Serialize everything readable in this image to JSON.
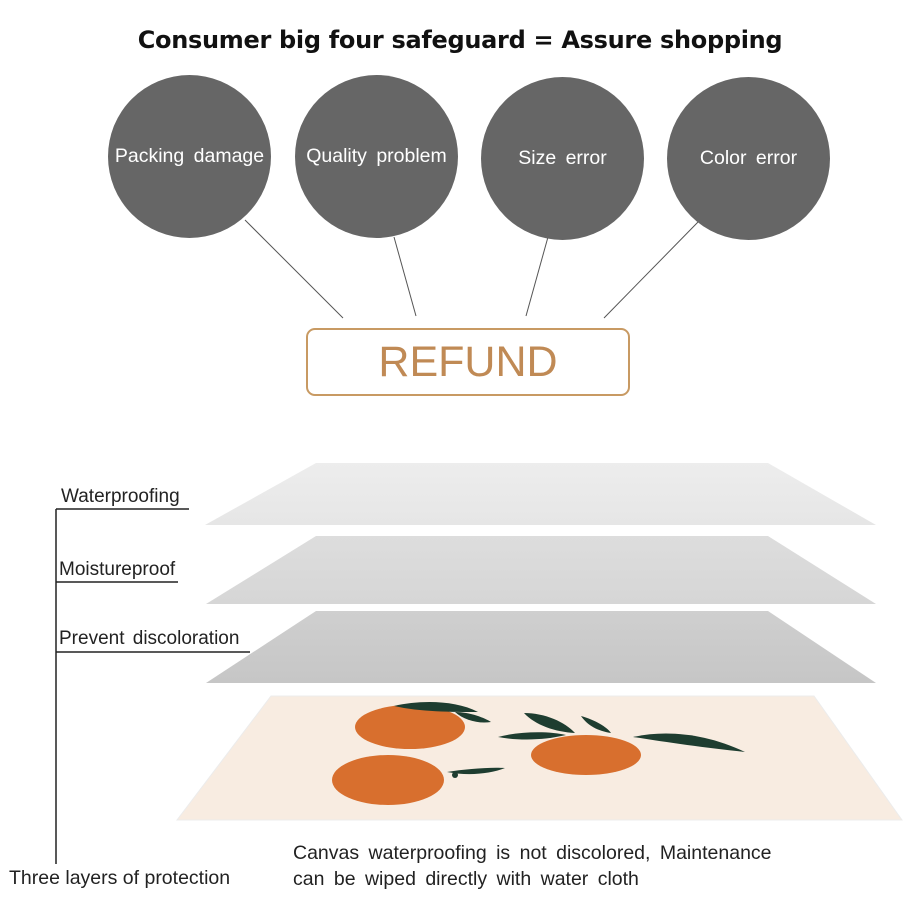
{
  "title": "Consumer big four safeguard = Assure shopping",
  "circles": [
    {
      "label": "Packing  damage"
    },
    {
      "label": "Quality  problem"
    },
    {
      "label": "Size  error"
    },
    {
      "label": "Color  error"
    }
  ],
  "refund_label": "REFUND",
  "layers": [
    {
      "label": "Waterproofing"
    },
    {
      "label": "Moistureproof"
    },
    {
      "label": "Prevent  discoloration"
    }
  ],
  "side_label": "Three layers of protection",
  "caption": {
    "line1": "Canvas  waterproofing  is  not  discolored,  Maintenance",
    "line2": "can  be  wiped  directly  with  water  cloth"
  },
  "colors": {
    "circle_fill": "#666666",
    "refund_accent": "#c89a63",
    "layer_1": "#ececec",
    "layer_2": "#dcdcdc",
    "layer_3": "#cbcbcb",
    "canvas_bg": "#f8ece1",
    "orange": "#d86f2e",
    "leaf": "#1e3d30"
  },
  "icons": [
    "connector-lines",
    "layer-bracket",
    "orange-illustration"
  ]
}
